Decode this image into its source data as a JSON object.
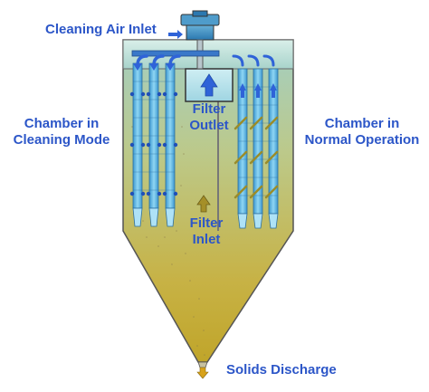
{
  "labels": {
    "cleaning_air_inlet": "Cleaning Air Inlet",
    "chamber_cleaning": [
      "Chamber in",
      "Cleaning Mode"
    ],
    "chamber_normal": [
      "Chamber in",
      "Normal Operation"
    ],
    "filter_outlet": [
      "Filter",
      "Outlet"
    ],
    "filter_inlet": [
      "Filter",
      "Inlet"
    ],
    "solids_discharge": "Solids Discharge"
  },
  "colors": {
    "label_text": "#2c56c8",
    "housing_top": "#a8d0c2",
    "housing_bottom": "#c2a82c",
    "filter_bag": "#5cb9e6",
    "arrow": "#2f63d8",
    "outline": "#4a4a4a"
  },
  "icons": [
    "inlet-arrow-icon",
    "flow-up-arrow-icon",
    "discharge-arrow-icon"
  ]
}
